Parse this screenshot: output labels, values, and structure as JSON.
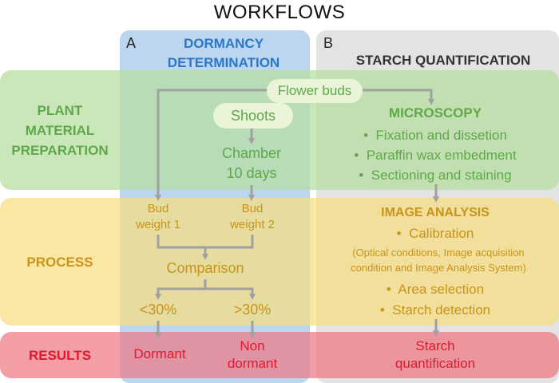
{
  "title": "WORKFLOWS",
  "columns": {
    "a": {
      "letter": "A",
      "heading_line1": "DORMANCY",
      "heading_line2": "DETERMINATION"
    },
    "b": {
      "letter": "B",
      "heading": "STARCH QUANTIFICATION"
    }
  },
  "rows": {
    "plant": {
      "line1": "PLANT",
      "line2": "MATERIAL",
      "line3": "PREPARATION"
    },
    "process": {
      "label": "PROCESS"
    },
    "results": {
      "label": "RESULTS"
    }
  },
  "nodes": {
    "flower_buds": "Flower buds",
    "shoots": "Shoots",
    "chamber_line1": "Chamber",
    "chamber_line2": "10 days",
    "bud_weight1_line1": "Bud",
    "bud_weight1_line2": "weight 1",
    "bud_weight2_line1": "Bud",
    "bud_weight2_line2": "weight 2",
    "comparison": "Comparison",
    "lt30": "<30%",
    "gt30": ">30%",
    "dormant": "Dormant",
    "non_dormant_line1": "Non",
    "non_dormant_line2": "dormant"
  },
  "microscopy": {
    "heading": "MICROSCOPY",
    "items": [
      "Fixation and dissetion",
      "Paraffin wax embedment",
      "Sectioning and staining"
    ]
  },
  "image_analysis": {
    "heading": "IMAGE ANALYSIS",
    "calibration": "Calibration",
    "note_line1": "(Optical conditions, Image acquisition",
    "note_line2": "condition and Image Analysis System)",
    "items": [
      "Area selection",
      "Starch detection"
    ]
  },
  "starch_result": {
    "line1": "Starch",
    "line2": "quantification"
  },
  "bullet": "•",
  "colors": {
    "green": "#5fa84a",
    "gold": "#c8941a",
    "red": "#e01830",
    "blue": "#2a78c8",
    "arrow": "#a0a0a0"
  }
}
